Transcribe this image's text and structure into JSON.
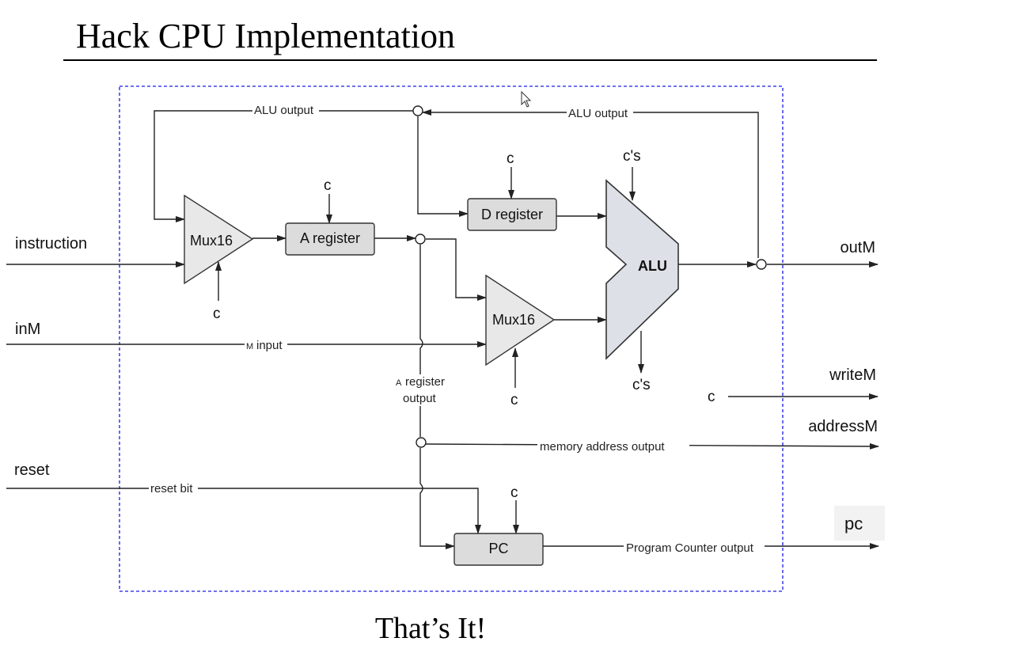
{
  "title": "Hack CPU Implementation",
  "footer": "That’s It!",
  "colors": {
    "frame_border": "#1a1ae6",
    "register_fill": "#dcdcdc",
    "mux_fill": "#e8e8e8",
    "alu_fill": "#dde1e7",
    "pc_badge_bg": "#f2f2f2"
  },
  "inputs": {
    "instruction": "instruction",
    "inM": "inM",
    "reset": "reset"
  },
  "outputs": {
    "outM": "outM",
    "writeM": "writeM",
    "addressM": "addressM",
    "pc": "pc"
  },
  "components": {
    "mux_a": "Mux16",
    "a_register": "A register",
    "d_register": "D register",
    "mux_b": "Mux16",
    "alu": "ALU",
    "pc": "PC"
  },
  "wire_labels": {
    "alu_output_left": "ALU output",
    "alu_output_right": "ALU output",
    "m_input_prefix": "M",
    "m_input": "input",
    "a_register_output_prefix": "A",
    "a_register_output_line1": "register",
    "a_register_output_line2": "output",
    "memory_address_output": "memory address output",
    "reset_bit": "reset bit",
    "program_counter_output": "Program Counter output"
  },
  "control_labels": {
    "c": "c",
    "cs": "c's"
  }
}
